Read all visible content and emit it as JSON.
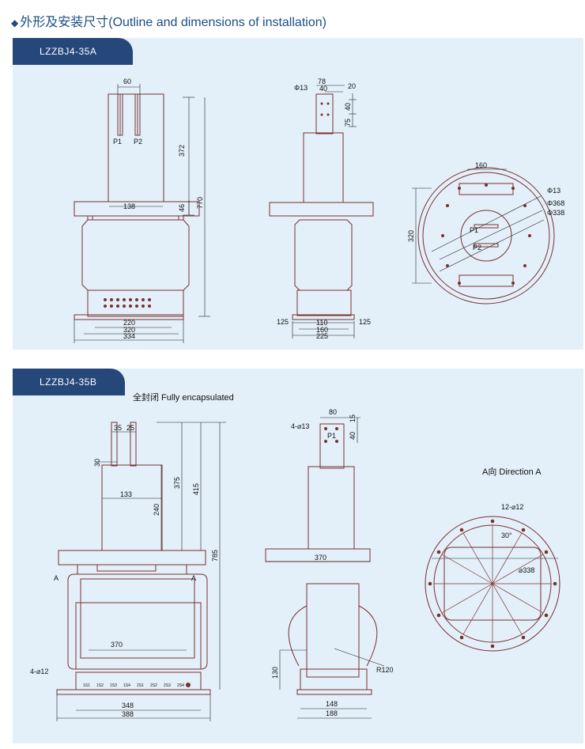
{
  "title": "外形及安装尺寸(Outline and dimensions of installation)",
  "panel_a": {
    "tab": "LZZBJ4-35A",
    "dims": {
      "w60": "60",
      "p1": "P1",
      "p2": "P2",
      "h372": "372",
      "h46": "46",
      "h770": "770",
      "w138": "138",
      "w220": "220",
      "w320": "320",
      "w334": "334",
      "phi13": "Φ13",
      "w78": "78",
      "w40": "40",
      "w20": "20",
      "h40": "40",
      "h75": "75",
      "w125l": "125",
      "w110": "110",
      "w125r": "125",
      "w160": "160",
      "w225": "225",
      "top160": "160",
      "h320": "320",
      "c13": "Φ13",
      "c368": "Φ368",
      "c338": "Φ338",
      "cp1": "P1",
      "cp2": "P2"
    }
  },
  "panel_b": {
    "tab": "LZZBJ4-35B",
    "caption": "全封闭 Fully encapsulated",
    "direction": "A向  Direction A",
    "dims": {
      "w35": "35",
      "w25": "25",
      "h30": "30",
      "w133": "133",
      "h240": "240",
      "h375": "375",
      "h415": "415",
      "h785": "785",
      "a1": "A",
      "a2": "A",
      "w370": "370",
      "hole4": "4-⌀12",
      "w348": "348",
      "w388": "388",
      "terminals": [
        "1S1",
        "1S2",
        "1S3",
        "1S4",
        "2S1",
        "2S2",
        "2S3",
        "2S4"
      ],
      "s80": "80",
      "s15": "15",
      "s40": "40",
      "s413": "4-⌀13",
      "sp1": "P1",
      "s370": "370",
      "r120": "R120",
      "h130": "130",
      "s148": "148",
      "s188": "188",
      "holes12": "12-⌀12",
      "ang30": "30°",
      "d338": "⌀338"
    }
  },
  "colors": {
    "tab": "#25477a",
    "panel": "#e3f0f9",
    "heading": "#1c4f82",
    "outline": "#7a3030"
  }
}
